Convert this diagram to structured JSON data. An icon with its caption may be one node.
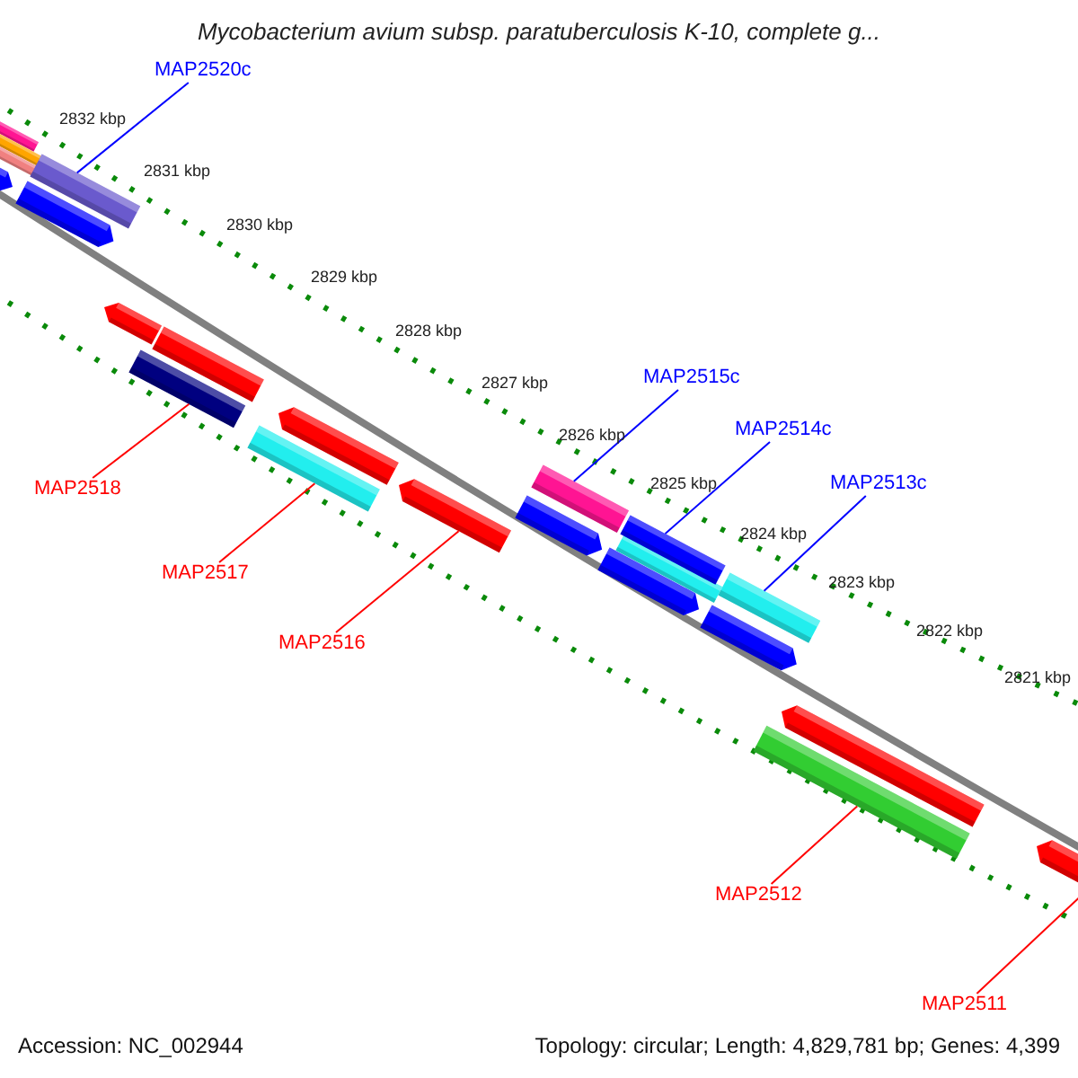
{
  "diagram": {
    "title": "Mycobacterium avium subsp. paratuberculosis K-10, complete g...",
    "nodes": [
      {
        "text": [
          "MAP2520c"
        ]
      },
      {
        "text": [
          "MAP2518"
        ]
      },
      {
        "text": [
          "MAP2517"
        ]
      },
      {
        "text": [
          "MAP2516"
        ]
      },
      {
        "text": [
          "MAP2515c"
        ]
      },
      {
        "text": [
          "MAP2514c"
        ]
      },
      {
        "text": [
          "MAP2513c"
        ]
      },
      {
        "text": [
          "MAP2512"
        ]
      },
      {
        "text": [
          "MAP2511"
        ]
      },
      {
        "text": [],
        "shape": "bar"
      },
      {
        "text": [],
        "shape": "bar"
      },
      {
        "text": [],
        "shape": "bar"
      },
      {
        "text": [],
        "shape": "bar"
      },
      {
        "text": [],
        "shape": "bar"
      },
      {
        "text": [],
        "shape": "bar"
      },
      {
        "text": [],
        "shape": "bar"
      },
      {
        "text": [],
        "shape": "bar"
      },
      {
        "text": [],
        "shape": "bar"
      },
      {
        "text": [],
        "shape": "bar"
      },
      {
        "text": [],
        "shape": "bar"
      },
      {
        "text": [],
        "shape": "bar"
      },
      {
        "text": [],
        "shape": "bar"
      },
      {
        "text": [],
        "shape": "bar"
      },
      {
        "text": [],
        "shape": "bar"
      },
      {
        "text": [],
        "shape": "bar"
      },
      {
        "text": [],
        "shape": "bar"
      },
      {
        "text": [],
        "shape": "bar"
      },
      {
        "text": [],
        "shape": "bar"
      },
      {
        "text": [],
        "shape": "bar"
      },
      {
        "text": [],
        "shape": "bar"
      },
      {
        "text": [],
        "shape": "bar"
      }
    ],
    "edges": [
      {
        "from": 0,
        "to": 14,
        "arrow": "none",
        "color": "#0000ff"
      },
      {
        "from": 1,
        "to": 16,
        "arrow": "none"
      },
      {
        "from": 2,
        "to": 18,
        "arrow": "none"
      },
      {
        "from": 3,
        "to": 20,
        "arrow": "none"
      },
      {
        "from": 4,
        "to": 22,
        "arrow": "none",
        "color": "#0000ff"
      },
      {
        "from": 5,
        "to": 25,
        "arrow": "none",
        "color": "#0000ff"
      },
      {
        "from": 6,
        "to": 27,
        "arrow": "none",
        "color": "#0000ff"
      },
      {
        "from": 7,
        "to": 28,
        "arrow": "none"
      },
      {
        "from": 8,
        "to": 30,
        "arrow": "none"
      }
    ],
    "labels": [
      "2832 kbp",
      "2831 kbp",
      "2830 kbp",
      "2829 kbp",
      "2828 kbp",
      "2827 kbp",
      "2826 kbp",
      "2825 kbp",
      "2824 kbp",
      "2823 kbp",
      "2822 kbp",
      "2821 kbp",
      "Accession: NC_002944",
      "Topology: circular; Length: 4,829,781 bp; Genes: 4,399"
    ]
  }
}
